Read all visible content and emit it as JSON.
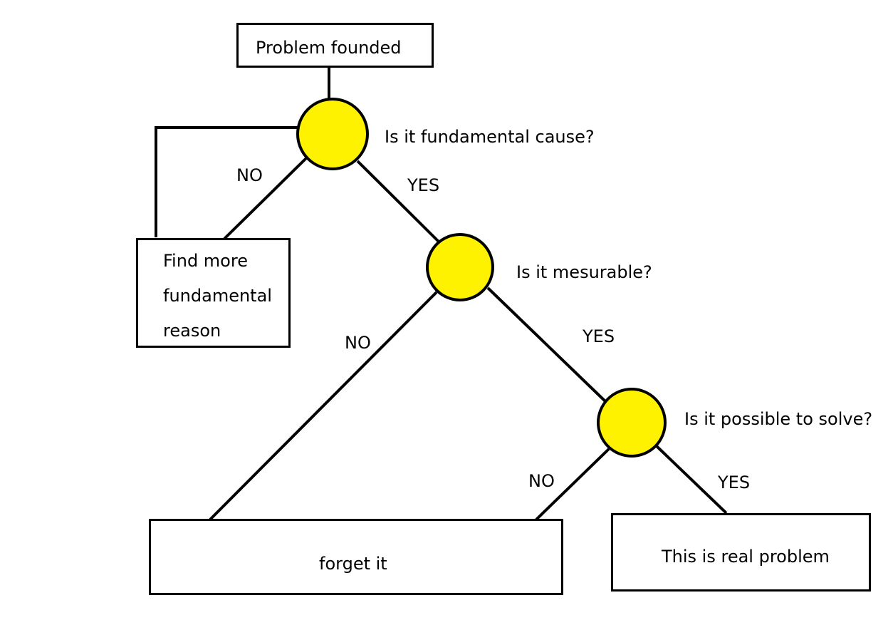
{
  "start": "Problem founded",
  "decisions": [
    {
      "question": "Is it fundamental cause?",
      "yes": "YES",
      "no": "NO"
    },
    {
      "question": "Is it mesurable?",
      "yes": "YES",
      "no": "NO"
    },
    {
      "question": "Is it possible to solve?",
      "yes": "YES",
      "no": "NO"
    }
  ],
  "outcomes": {
    "find_more": [
      "Find more",
      "fundamental",
      "reason"
    ],
    "forget": "forget it",
    "real": "This is real problem"
  },
  "colors": {
    "decision_fill": "#fff200",
    "stroke": "#000000"
  }
}
